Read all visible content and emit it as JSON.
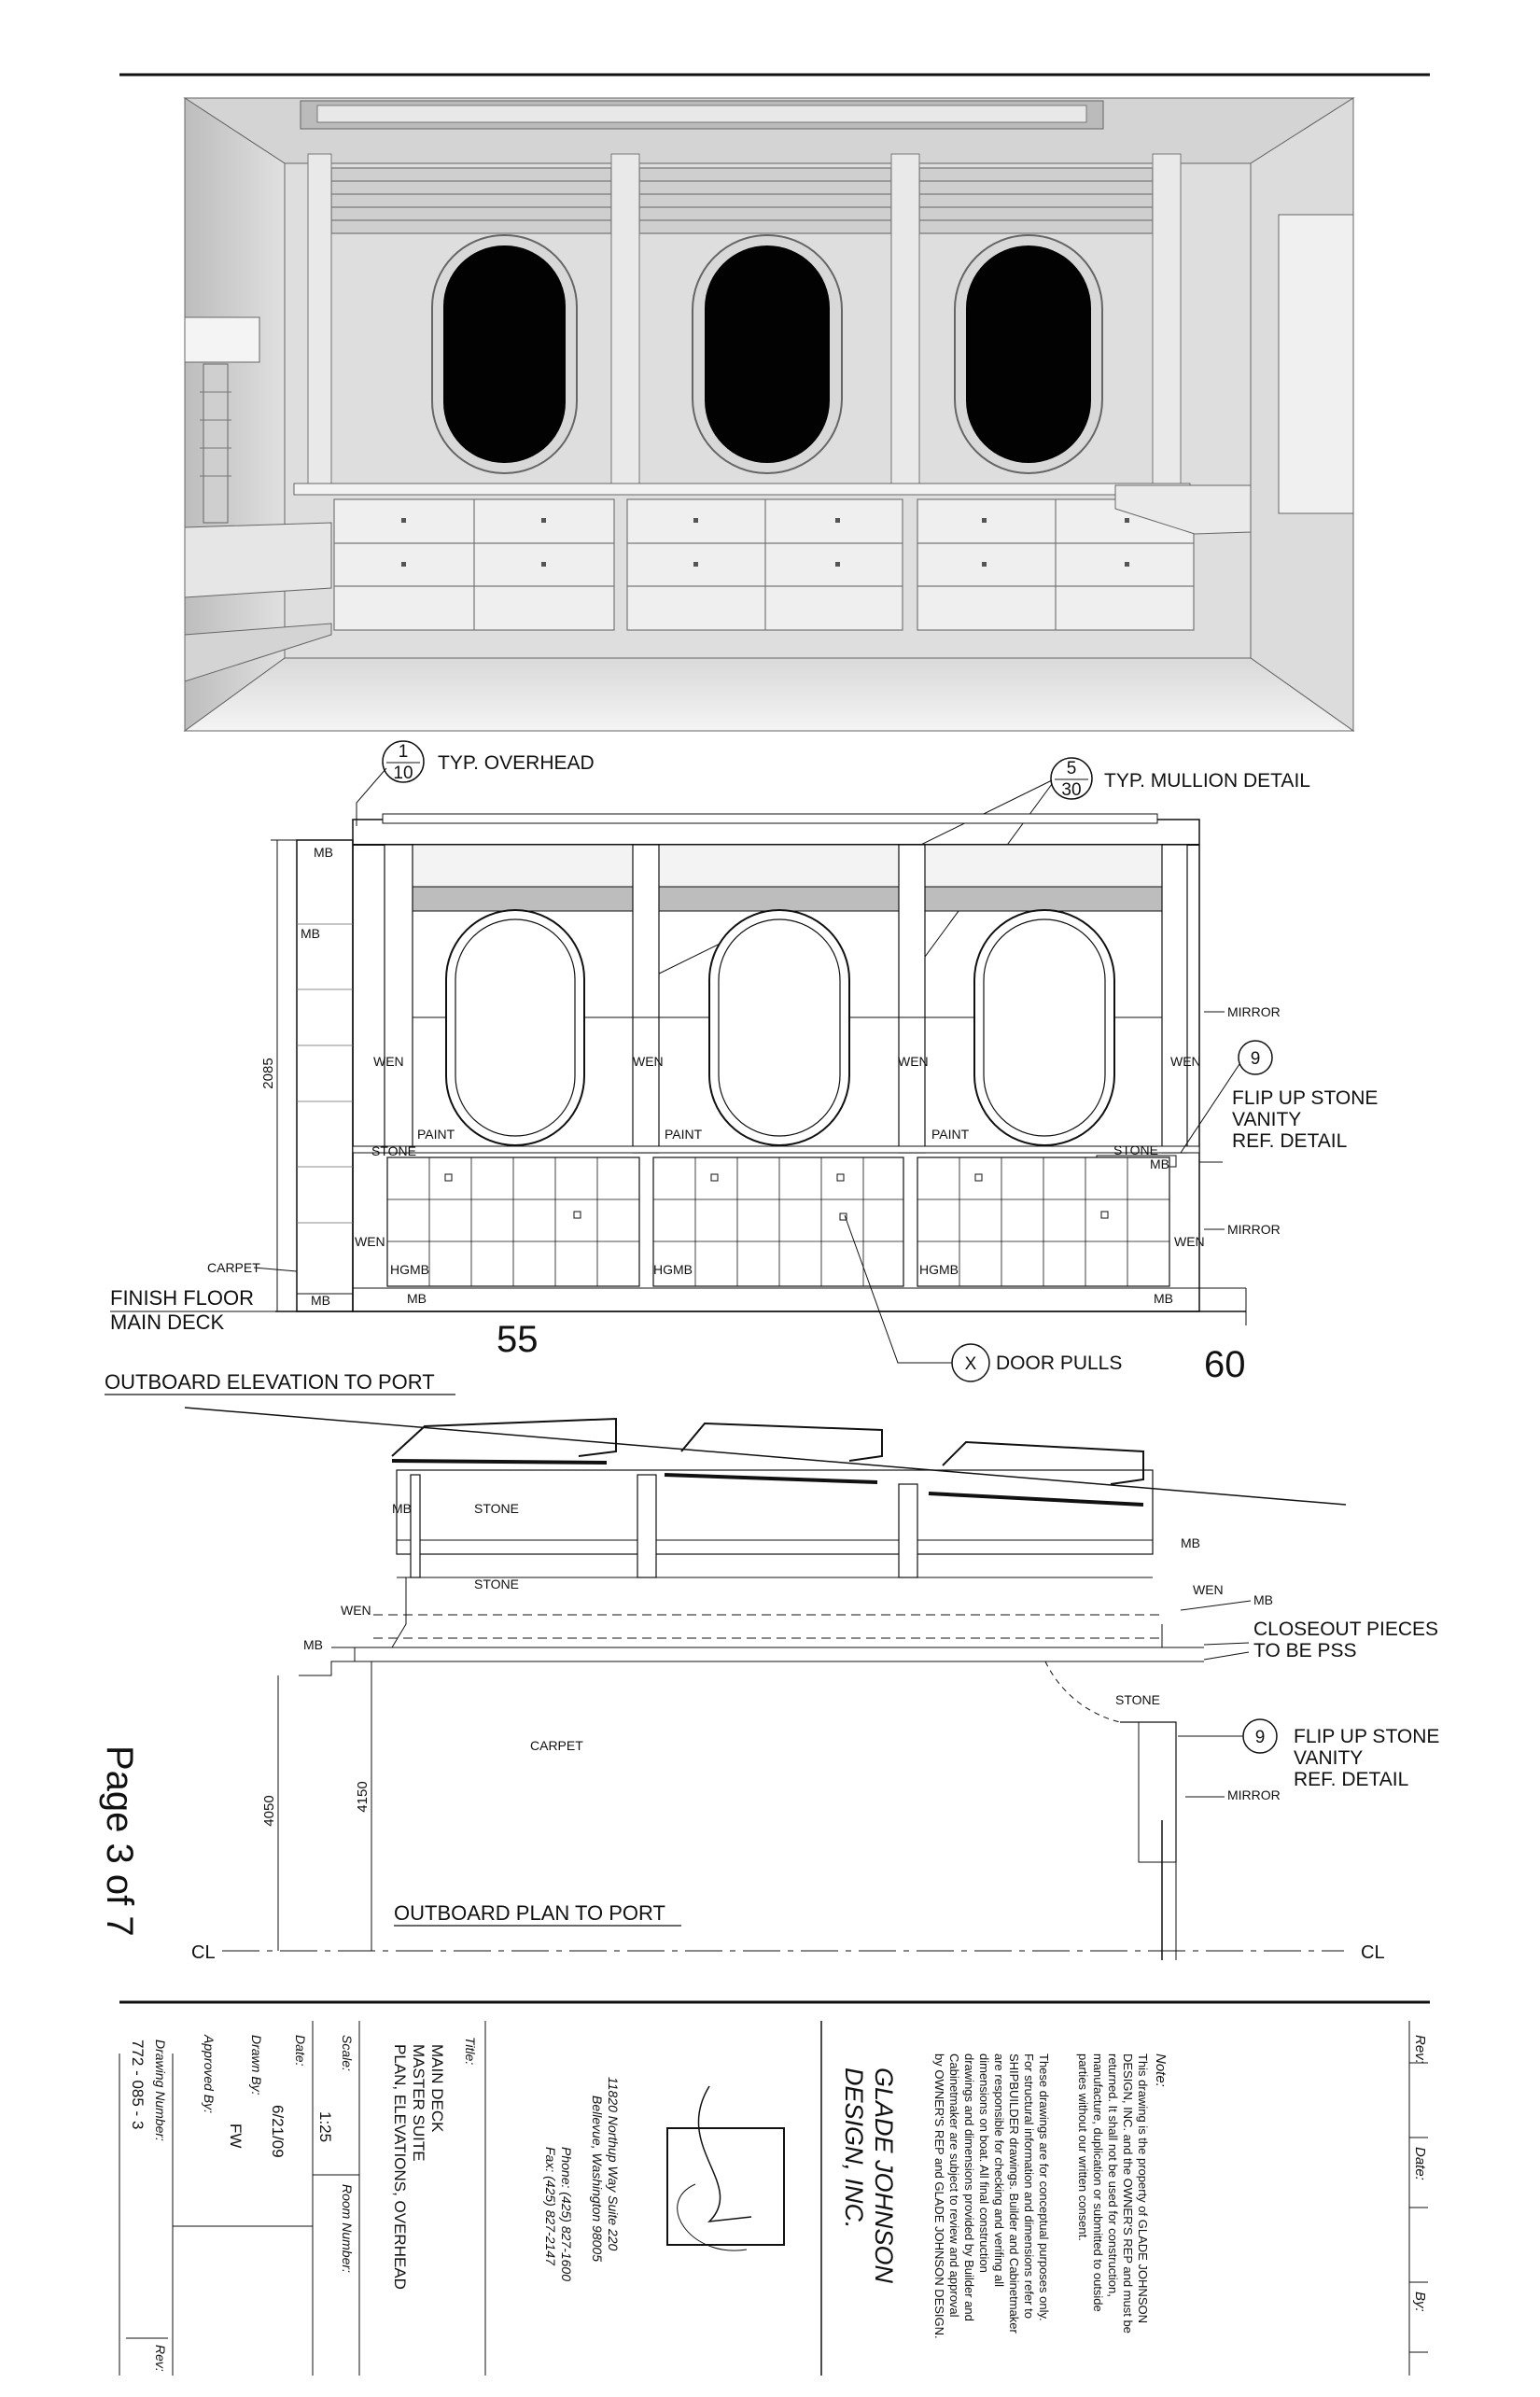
{
  "page_label": "Page 3 of 7",
  "elevation": {
    "callout_overhead": {
      "num": "1",
      "den": "10",
      "text": "TYP. OVERHEAD"
    },
    "callout_mullion": {
      "num": "5",
      "den": "30",
      "text": "TYP. MULLION DETAIL"
    },
    "callout_flip": {
      "num": "9",
      "text1": "FLIP UP STONE",
      "text2": "VANITY",
      "text3": "REF. DETAIL"
    },
    "callout_door_pulls": {
      "num": "X",
      "text": "DOOR PULLS"
    },
    "title": "OUTBOARD  ELEVATION  TO  PORT",
    "finish_floor_1": "FINISH FLOOR",
    "finish_floor_2": "MAIN DECK",
    "carpet": "CARPET",
    "dim_height": "2085",
    "frame_left": "55",
    "frame_right": "60",
    "mb": "MB",
    "wen": "WEN",
    "paint": "PAINT",
    "stone": "STONE",
    "hgmb": "HGMB",
    "mirror": "MIRROR"
  },
  "plan": {
    "title": "OUTBOARD  PLAN  TO  PORT",
    "stone": "STONE",
    "mb": "MB",
    "wen": "WEN",
    "carpet": "CARPET",
    "closeout_1": "CLOSEOUT PIECES",
    "closeout_2": "TO BE PSS",
    "callout_flip": {
      "num": "9",
      "text1": "FLIP UP STONE",
      "text2": "VANITY",
      "text3": "REF. DETAIL"
    },
    "mirror": "MIRROR",
    "dim_4050": "4050",
    "dim_4150": "4150",
    "cl": "CL"
  },
  "title_block": {
    "rev_label": "Rev:",
    "date_label": "Date:",
    "by_label": "By:",
    "note_label": "Note:",
    "note_1": [
      "This drawing is the property of GLADE JOHNSON",
      "DESIGN, INC. and the OWNER'S REP and must be",
      "returned. It shall not be used for construction,",
      "manufacture, duplication or submitted to outside",
      "parties without our written consent."
    ],
    "note_2": [
      "These drawings are for conceptual purposes only.",
      "For structural information and dimensions refer to",
      "SHIPBUILDER drawings. Builder and Cabinetmaker",
      "are responsible for checking and verifing all",
      "dimensions on boat. All final construction",
      "drawings and dimensions provided by Builder and",
      "Cabinetmaker are subject to review and approval",
      "by OWNER'S REP and GLADE JOHNSON DESIGN."
    ],
    "company_1": "GLADE JOHNSON",
    "company_2": "DESIGN, INC.",
    "address_1": "11820  Northup  Way  Suite  220",
    "address_2": "Bellevue,   Washington   98005",
    "phone": "Phone: (425) 827-1600",
    "fax": "Fax: (425) 827-2147",
    "title_label": "Title:",
    "title_lines": [
      "MAIN DECK",
      "MASTER SUITE",
      "PLAN, ELEVATIONS, OVERHEAD"
    ],
    "scale_label": "Scale:",
    "scale": "1:25",
    "room_label": "Room Number:",
    "date_field_label": "Date:",
    "date": "6/21/09",
    "drawn_label": "Drawn By:",
    "drawn": "FW",
    "approved_label": "Approved By:",
    "drawing_number_label": "Drawing Number:",
    "drawing_number": "772 - 085 - 3",
    "rev_field_label": "Rev:"
  }
}
